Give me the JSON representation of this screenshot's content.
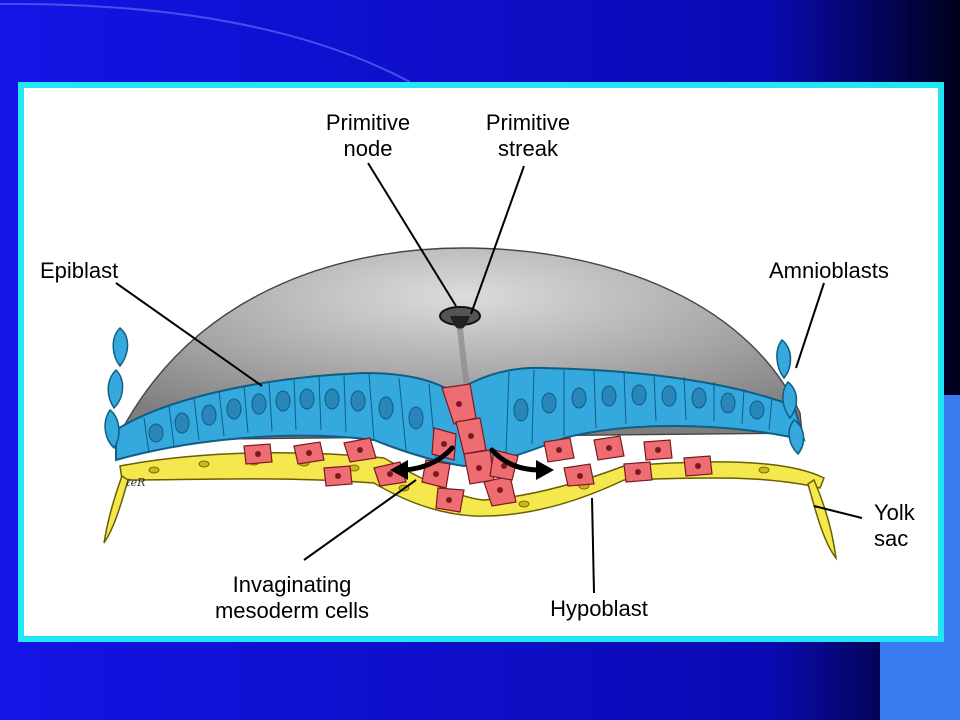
{
  "colors": {
    "background": "#1010E0",
    "background_dark": "#00001A",
    "frame_border": "#22E6F2",
    "epiblast": "#35A8DE",
    "epiblast_dark": "#0E5E86",
    "mesoderm": "#EE6D73",
    "hypoblast": "#F4E84E",
    "dome": "#BBBBBB"
  },
  "labels": {
    "primitive_node": [
      "Primitive",
      "node"
    ],
    "primitive_streak": [
      "Primitive",
      "streak"
    ],
    "epiblast": "Epiblast",
    "amnioblasts": "Amnioblasts",
    "yolk_sac": [
      "Yolk",
      "sac"
    ],
    "invaginating_mesoderm": [
      "Invaginating",
      "mesoderm cells"
    ],
    "hypoblast": "Hypoblast",
    "signature": "ℓeR"
  }
}
